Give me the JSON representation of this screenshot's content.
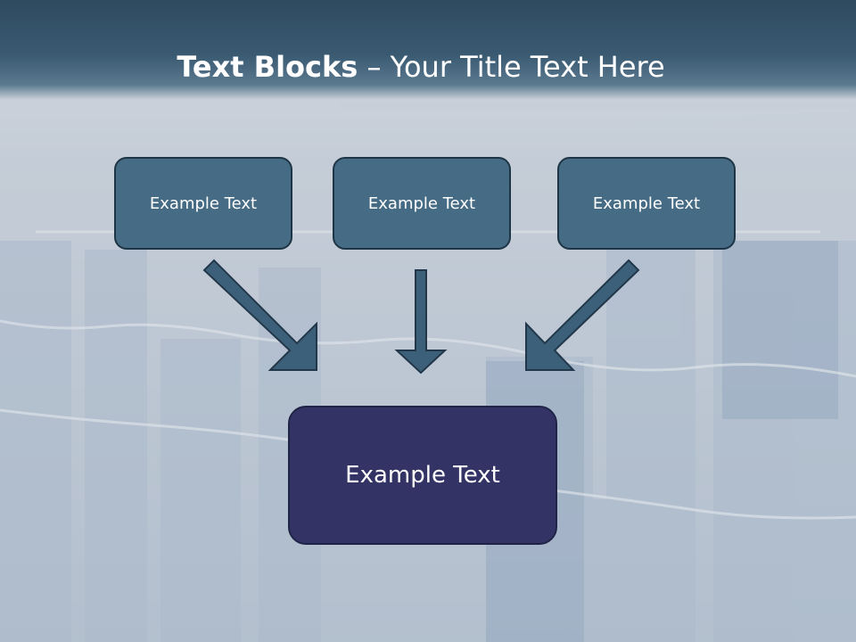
{
  "title": {
    "bold": "Text Blocks",
    "separator": " – ",
    "rest": "Your Title Text Here"
  },
  "blocks": [
    {
      "label": "Example Text"
    },
    {
      "label": "Example Text"
    },
    {
      "label": "Example Text"
    }
  ],
  "target": {
    "label": "Example Text"
  },
  "colors": {
    "title_band": "#3a5a72",
    "block_fill": "#456b85",
    "target_fill": "#333366",
    "arrow": "#3c6079"
  }
}
